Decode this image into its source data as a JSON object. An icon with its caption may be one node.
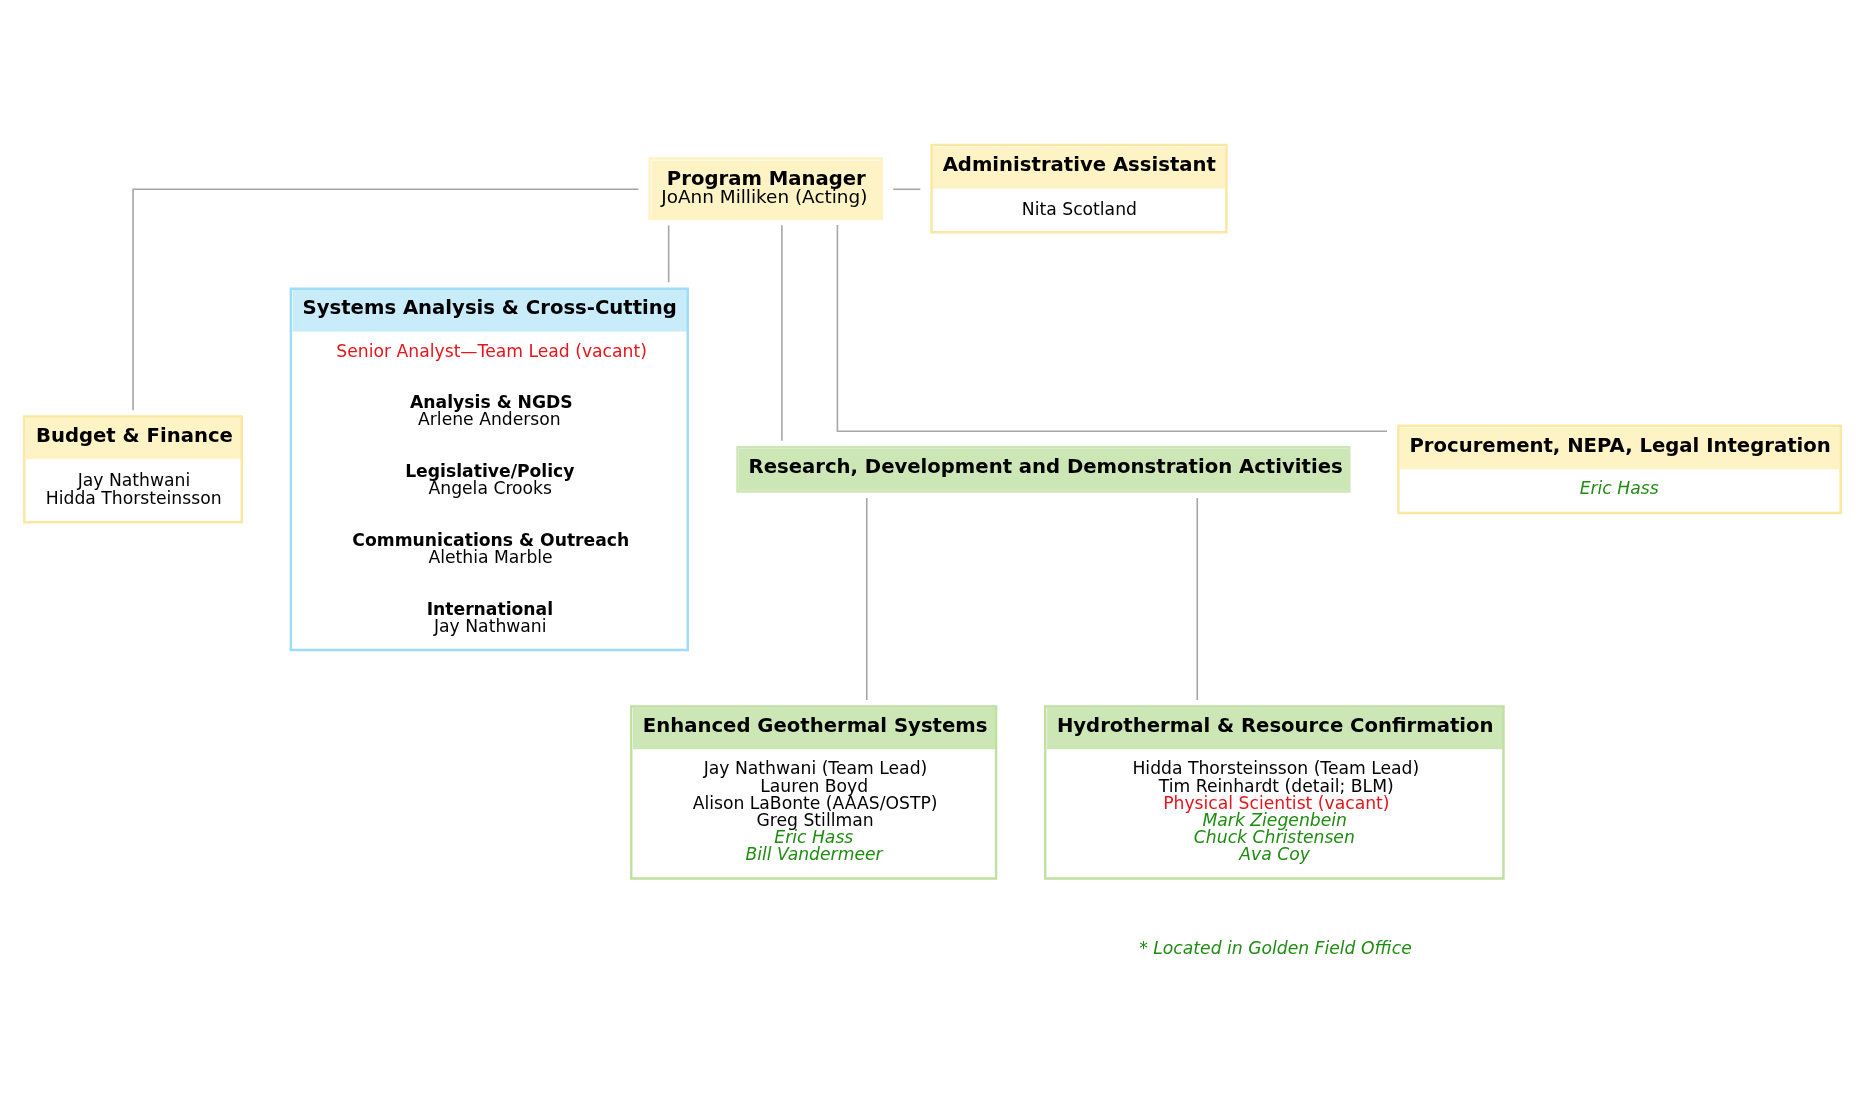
{
  "diagram": {
    "nodes": [
      {
        "text": [
          "Program Manager",
          "JoAnn Milliken (Acting)"
        ]
      },
      {
        "text": [
          "Administrative Assistant",
          "Nita Scotland"
        ]
      },
      {
        "text": [
          "Budget & Finance",
          "Jay Nathwani",
          "Hidda Thorsteinsson"
        ]
      },
      {
        "text": [
          "Systems Analysis & Cross-Cutting",
          "Senior Analyst—Team Lead (vacant)",
          "Analysis & NGDS",
          "Arlene Anderson",
          "Legislative/Policy",
          "Angela Crooks",
          "Communications & Outreach",
          "Alethia Marble",
          "International",
          "Jay Nathwani"
        ]
      },
      {
        "text": [
          "Research, Development and Demonstration Activities"
        ]
      },
      {
        "text": [
          "Enhanced Geothermal Systems",
          "Jay Nathwani (Team Lead)",
          "Lauren Boyd",
          "Alison LaBonte (AAAS/OSTP)",
          "Greg Stillman",
          "Eric Hass",
          "Bill Vandermeer"
        ]
      },
      {
        "text": [
          "Hydrothermal & Resource Confirmation",
          "Hidda Thorsteinsson (Team Lead)",
          "Tim Reinhardt (detail; BLM)",
          "Physical Scientist (vacant)",
          "Mark Ziegenbein",
          "Chuck Christensen",
          "Ava Coy"
        ]
      },
      {
        "text": [
          "Procurement, NEPA, Legal Integration",
          "Eric Hass"
        ]
      }
    ],
    "edges": [
      {
        "from": 0,
        "to": 1,
        "arrow": "none"
      },
      {
        "from": 0,
        "to": 3,
        "arrow": "none"
      },
      {
        "from": 0,
        "to": 4,
        "arrow": "none"
      },
      {
        "from": 0,
        "to": 2,
        "arrow": "none"
      },
      {
        "from": 0,
        "to": 7,
        "arrow": "none"
      },
      {
        "from": 4,
        "to": 5,
        "arrow": "none"
      },
      {
        "from": 4,
        "to": 6,
        "arrow": "none"
      }
    ],
    "labels": [
      "* Located in Golden Field Office"
    ]
  }
}
